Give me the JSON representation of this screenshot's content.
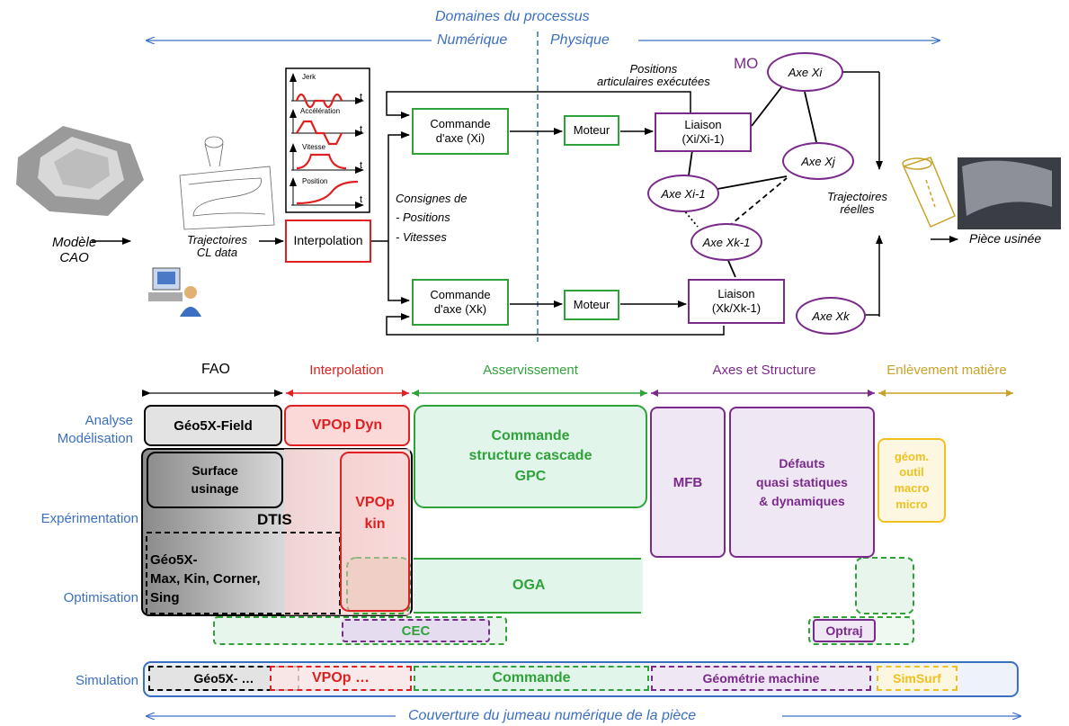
{
  "top": {
    "domain_title": "Domaines du processus",
    "numerique": "Numérique",
    "physique": "Physique",
    "modele_cao": "Modèle\nCAO",
    "trajectoires_cl": "Trajectoires\nCL data",
    "interpolation_box": "Interpolation",
    "consignes": "Consignes de\n- Positions\n- Vitesses",
    "commande_i": "Commande\nd'axe (Xi)",
    "commande_k": "Commande\nd'axe (Xk)",
    "moteur_1": "Moteur",
    "moteur_2": "Moteur",
    "liaison_i": "Liaison\n(Xi/Xi-1)",
    "liaison_k": "Liaison\n(Xk/Xk-1)",
    "positions_exec": "Positions\narticulaires exécutées",
    "mo": "MO",
    "axe_xi": "Axe Xi",
    "axe_xj": "Axe Xj",
    "axe_xi1": "Axe Xi-1",
    "axe_xk1": "Axe Xk-1",
    "axe_xk": "Axe Xk",
    "trajectoires_reelles": "Trajectoires\nréelles",
    "piece_usinee": "Pièce usinée",
    "profiles": {
      "jerk": "Jerk",
      "acceleration": "Accélération",
      "vitesse": "Vitesse",
      "position": "Position",
      "t": "t"
    },
    "colors": {
      "green": "#2fa23a",
      "red": "#e02020",
      "purple": "#7a2a8a",
      "blue": "#3b6fc2",
      "gold": "#c9a227"
    }
  },
  "bottom": {
    "headers": {
      "fao": "FAO",
      "interpolation": "Interpolation",
      "asservissement": "Asservissement",
      "axes": "Axes et Structure",
      "enlevement": "Enlèvement matière"
    },
    "rows": {
      "analyse": "Analyse\nModélisation",
      "experimentation": "Expérimentation",
      "optimisation": "Optimisation",
      "simulation": "Simulation"
    },
    "panels": {
      "geo5x_field": "Géo5X-Field",
      "vpop_dyn": "VPOp Dyn",
      "commande_gpc": "Commande\nstructure cascade\nGPC",
      "surface_usinage": "Surface\nusinage",
      "dtis": "DTIS",
      "vpop_kin": "VPOp\nkin",
      "geo5x_max": "Géo5X-\nMax, Kin, Corner,\nSing",
      "mfb": "MFB",
      "defauts": "Défauts\nquasi statiques\n& dynamiques",
      "geom_outil": "géom.\noutil\nmacro\nmicro",
      "oga": "OGA",
      "cec": "CEC",
      "optraj": "Optraj",
      "sim_geo5x": "Géo5X- …",
      "sim_vpop": "VPOp …",
      "sim_commande": "Commande",
      "sim_geometrie": "Géométrie machine",
      "sim_simsurf": "SimSurf"
    },
    "footer": "Couverture du jumeau numérique de la pièce"
  }
}
